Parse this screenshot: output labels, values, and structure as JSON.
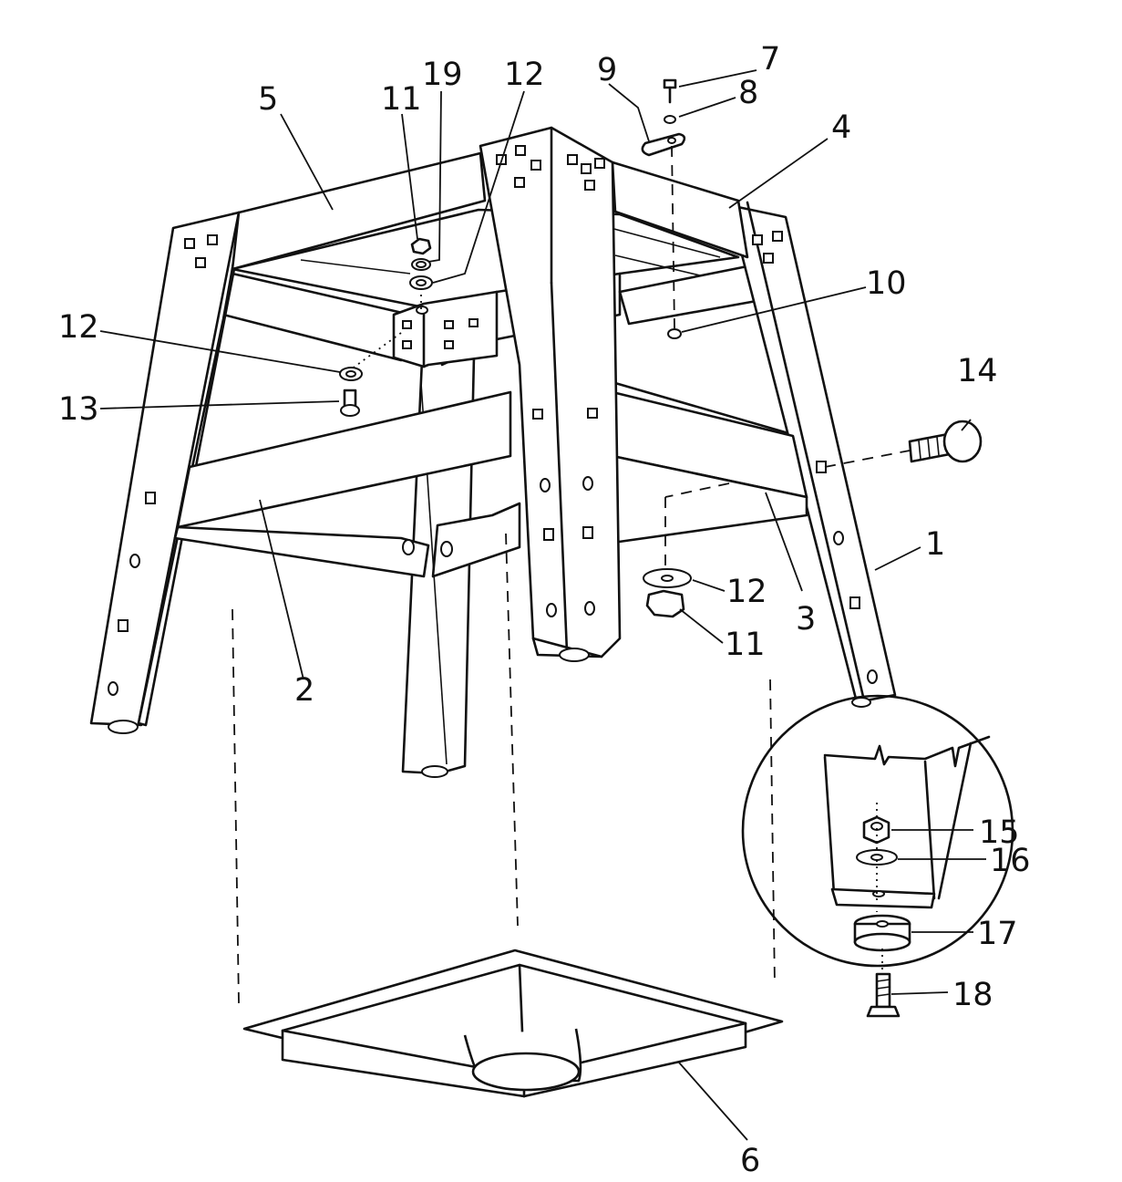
{
  "callouts": {
    "c1": "1",
    "c2": "2",
    "c3": "3",
    "c4": "4",
    "c5": "5",
    "c6": "6",
    "c7": "7",
    "c8": "8",
    "c9": "9",
    "c10": "10",
    "c11a": "11",
    "c11b": "11",
    "c12a": "12",
    "c12b": "12",
    "c12c": "12",
    "c13": "13",
    "c14": "14",
    "c15": "15",
    "c16": "16",
    "c17": "17",
    "c18": "18",
    "c19": "19"
  }
}
